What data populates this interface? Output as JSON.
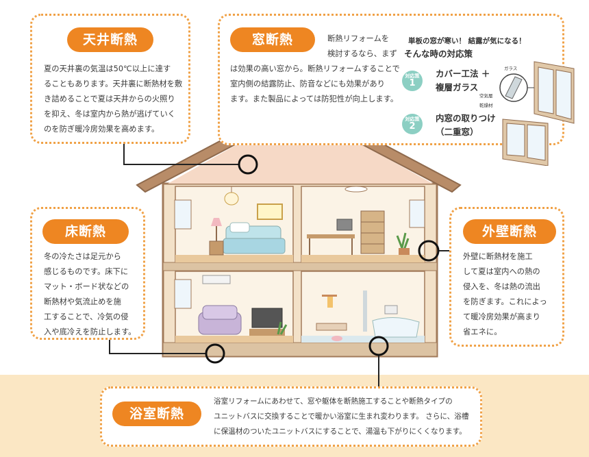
{
  "ceiling": {
    "title": "天井断熱",
    "lines": [
      "夏の天井裏の気温は50℃以上に達す",
      "ることもあります。天井裏に断熱材を敷",
      "き詰めることで夏は天井からの火照り",
      "を抑え、冬は室内から熱が逃げていく",
      "のを防ぎ暖冷房効果を高めます。"
    ]
  },
  "window": {
    "title": "窓断熱",
    "lines_right": [
      "断熱リフォームを",
      "検討するなら、まず"
    ],
    "lines": [
      "は効果の高い窓から。断熱リフォームすることで",
      "室内側の結露防止、防音などにも効果があり",
      "ます。また製品によっては防犯性が向上します。"
    ],
    "sub_heading": "単板の窓が寒い！ 結露が気になる！",
    "sub_main": "そんな時の対応策",
    "measure_label": "対応策",
    "measures": [
      {
        "num": "1",
        "lines": [
          "カバー工法 ＋",
          "複層ガラス"
        ]
      },
      {
        "num": "2",
        "lines": [
          "内窓の取りつけ",
          "（二重窓）"
        ]
      }
    ],
    "diagram_labels": {
      "glass": "ガラス",
      "air": "空気層",
      "desiccant": "乾燥材"
    }
  },
  "floor": {
    "title": "床断熱",
    "lines": [
      "冬の冷たさは足元から",
      "感じるものです。床下に",
      "マット・ボード状などの",
      "断熱材や気流止めを施",
      "工することで、冷気の侵",
      "入や底冷えを防止します。"
    ]
  },
  "wall": {
    "title": "外壁断熱",
    "lines": [
      "外壁に断熱材を施工",
      "して夏は室内への熱の",
      "侵入を、冬は熱の流出",
      "を防ぎます。これによっ",
      "て暖冷房効果が高まり",
      "省エネに。"
    ]
  },
  "bath": {
    "title": "浴室断熱",
    "lines": [
      "浴室リフォームにあわせて、窓や躯体を断熱施工することや断熱タイプの",
      "ユニットバスに交換することで暖かい浴室に生まれ変わります。 さらに、浴槽",
      "に保温材のついたユニットバスにすることで、湯温も下がりにくくなります。"
    ]
  },
  "colors": {
    "accent": "#ee8622",
    "panel_border": "#f0a146",
    "badge": "#8ccfc3",
    "ground": "#fbe7c4",
    "roof": "#a17a5a"
  }
}
